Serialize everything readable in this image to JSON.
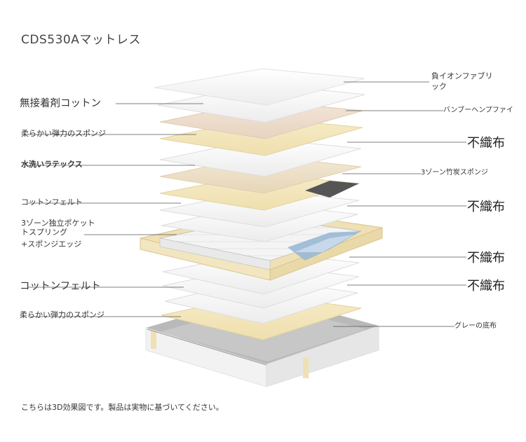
{
  "title": "CDS530Aマットレス",
  "footnote": "こちらは3D効果図です。製品は実物に基づいてください。",
  "left_labels": [
    {
      "id": "muchaku",
      "text": "無接着剤コットン"
    },
    {
      "id": "soft-sponge-1",
      "text": "柔らかい弾力のスポンジ"
    },
    {
      "id": "latex",
      "text": "水洗いラテックス"
    },
    {
      "id": "cotton-felt-1",
      "text": "コットンフェルト"
    },
    {
      "id": "spring-line1",
      "text": "3ゾーン独立ポケット"
    },
    {
      "id": "spring-line2",
      "text": "トスプリング"
    },
    {
      "id": "spring-line3",
      "text": "+スポンジエッジ"
    },
    {
      "id": "cotton-felt-2",
      "text": "コットンフェルト"
    },
    {
      "id": "soft-sponge-2",
      "text": "柔らかい弾力のスポンジ"
    }
  ],
  "right_labels": [
    {
      "id": "ion-fabric-1",
      "text": "負イオンファブリ"
    },
    {
      "id": "ion-fabric-2",
      "text": "ック"
    },
    {
      "id": "bamboo",
      "text": "バンブーヘンプファイ"
    },
    {
      "id": "nonwoven-1",
      "text": "不織布"
    },
    {
      "id": "charcoal",
      "text": "3ゾーン竹炭スポンジ"
    },
    {
      "id": "nonwoven-2",
      "text": "不織布"
    },
    {
      "id": "nonwoven-3",
      "text": "不織布"
    },
    {
      "id": "nonwoven-4",
      "text": "不織布"
    },
    {
      "id": "gray-bottom",
      "text": "グレーの底布"
    }
  ]
}
